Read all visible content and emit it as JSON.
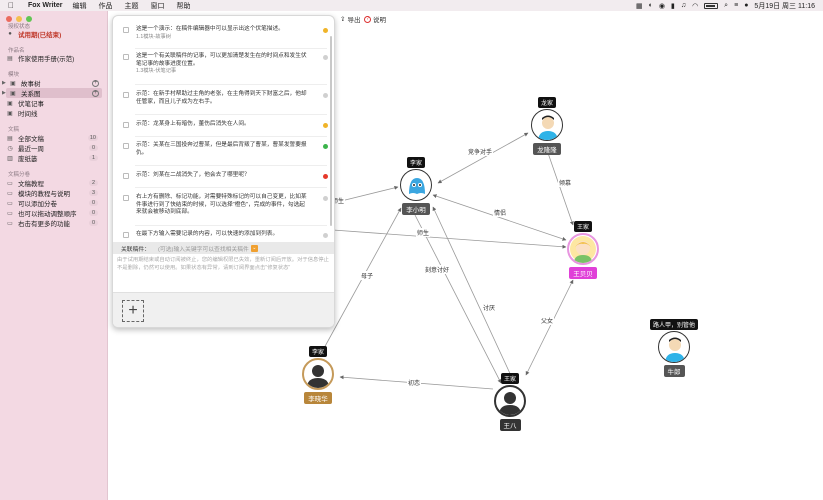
{
  "menubar": {
    "app_name": "Fox Writer",
    "menus": [
      "编辑",
      "作品",
      "主题",
      "窗口",
      "帮助"
    ],
    "datetime": "5月19日 周三  11:16"
  },
  "sidebar": {
    "status_title": "授权状态",
    "trial_label": "试用期(已结束)",
    "works_title": "作品名",
    "work_name": "作家使用手册(示范)",
    "modules_title": "模块",
    "modules": [
      {
        "label": "故事树",
        "icon": "tree-icon"
      },
      {
        "label": "关系图",
        "icon": "graph-icon"
      },
      {
        "label": "伏笔记事",
        "icon": "note-icon"
      },
      {
        "label": "时间线",
        "icon": "timeline-icon"
      }
    ],
    "docs_title": "文稿",
    "docs": [
      {
        "label": "全部文稿",
        "count": "10"
      },
      {
        "label": "最近一周",
        "count": "0"
      },
      {
        "label": "废纸篓",
        "count": "1"
      }
    ],
    "cats_title": "文稿分卷",
    "cats": [
      {
        "label": "文稿教程",
        "count": "2"
      },
      {
        "label": "模块的教程与说明",
        "count": "3"
      },
      {
        "label": "可以添加分卷",
        "count": "0"
      },
      {
        "label": "也可以拖动调整顺序",
        "count": "0"
      },
      {
        "label": "右击有更多的功能",
        "count": "0"
      }
    ]
  },
  "toolbar": {
    "export_label": "导出",
    "help_label": "说明"
  },
  "popup": {
    "notes": [
      {
        "text": "这是一个演示：在稿件编辑器中可以显示出这个伏笔描述。",
        "sub": "1.1模块-故事树",
        "color": "#f0b429"
      },
      {
        "text": "这是一个有关联稿件的记事，可以更加清楚发生在的时间点和发生伏笔记事的故事进度位置。",
        "sub": "1.3模块-伏笔记事",
        "color": "#d0d0d0"
      },
      {
        "text": "示范：在新手村帮助过主角的老张，在主角得到天下财富之后，他却任管家，而且儿子成为左右手。",
        "sub": "",
        "color": "#d0d0d0"
      },
      {
        "text": "示范：龙某身上有暗伤，董伤后消失在人间。",
        "sub": "",
        "color": "#f0b429"
      },
      {
        "text": "示范：关某在三国投奔过曹某，但是最后背叛了曹某，曹某发誓要报仇。",
        "sub": "",
        "color": "#3cb44b"
      },
      {
        "text": "示范：刘某在二战消失了，他会去了哪里呢？",
        "sub": "",
        "color": "#e6392b"
      },
      {
        "text": "右上方有删除、标记功能，对需要特殊标记的可以自己变更，比如某件事进行到了快结束的时候，可以选择\"橙色\"，完成的事件，勾选起来就会被移动到底部。",
        "sub": "",
        "color": "#d0d0d0"
      },
      {
        "text": "在最下方输入需要记录的内容，可以快速的添加到列表。",
        "sub": "",
        "color": "#d0d0d0"
      }
    ],
    "related_label": "关联稿件：",
    "related_placeholder": "(可选)输入关键字可以查找相关稿件",
    "hint": "由于试用期结束或自动订阅被终止，您的编辑权限已失效，重新订阅后开放。对于信息停止不是删除，仍然可以使用。如果状态有异常，请到订阅界面点击\"修复状态\"",
    "add_symbol": "+"
  },
  "graph": {
    "characters": [
      {
        "family": "龙家",
        "name": "龙隆隆",
        "name_color": "#555555"
      },
      {
        "family": "李家",
        "name": "李小明",
        "name_color": "#555555"
      },
      {
        "family": "王家",
        "name": "王贝贝",
        "name_color": "#e040d8"
      },
      {
        "family": "路人甲，别管他",
        "name": "牛郎",
        "name_color": "#555555"
      },
      {
        "family": "李家",
        "name": "李晓华",
        "name_color": "#b8863a"
      },
      {
        "family": "王家",
        "name": "王八",
        "name_color": "#333333"
      }
    ],
    "edges": [
      "竞争对手",
      "师生",
      "师生",
      "倾慕",
      "情侣",
      "母子",
      "刻意讨好",
      "讨厌",
      "父女",
      "初恋"
    ]
  },
  "colors": {
    "sidebar_bg": "#f3d9e3",
    "trial_red": "#c0392b"
  }
}
